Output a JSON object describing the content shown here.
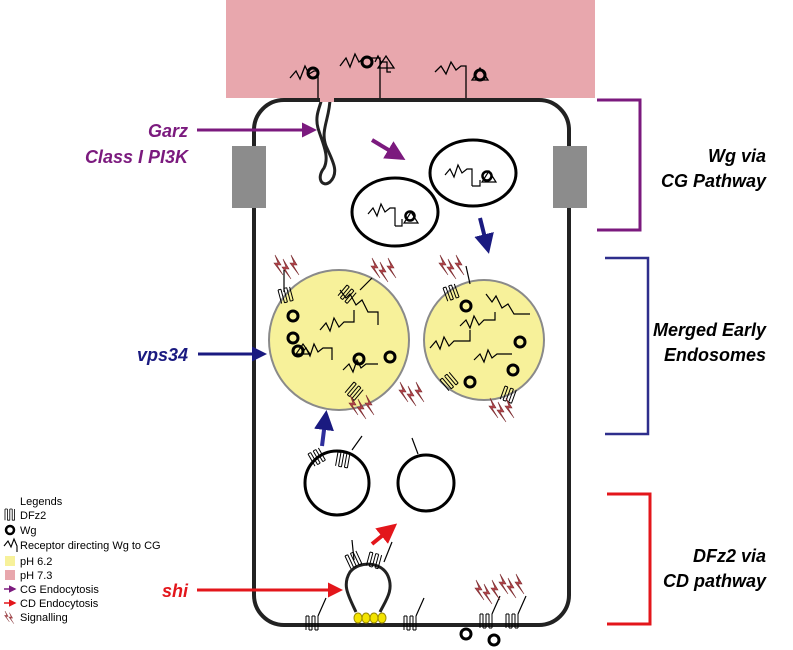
{
  "labels": {
    "garz": "Garz",
    "class_pi3k": "Class I PI3K",
    "vps34": "vps34",
    "shi": "shi",
    "wg_pathway_line1": "Wg via",
    "wg_pathway_line2": "CG Pathway",
    "merged_line1": "Merged Early",
    "merged_line2": "Endosomes",
    "dfz2_line1": "DFz2 via",
    "dfz2_line2": "CD pathway"
  },
  "legend": {
    "title": "Legends",
    "items": [
      {
        "icon": "dfz2-receptor-icon",
        "label": "DFz2"
      },
      {
        "icon": "wg-ring-icon",
        "label": "Wg"
      },
      {
        "icon": "cg-receptor-icon",
        "label": "Receptor directing Wg to CG"
      },
      {
        "icon": "yellow-swatch-icon",
        "label": "pH 6.2"
      },
      {
        "icon": "pink-swatch-icon",
        "label": "pH 7.3"
      },
      {
        "icon": "purple-arrow-icon",
        "label": "CG Endocytosis"
      },
      {
        "icon": "red-arrow-icon",
        "label": "CD Endocytosis"
      },
      {
        "icon": "lightning-icon",
        "label": "Signalling"
      }
    ]
  },
  "colors": {
    "purple": "#7b1a7e",
    "navy": "#1a1a80",
    "red": "#e3161b",
    "pink_ph73": "#e8a7ad",
    "yellow_ph62": "#f7f19a",
    "gray_junction": "#8c8c8c",
    "signal": "#b4454b",
    "bracket_purple": "#7b1a7e",
    "bracket_blue": "#2e2e8c",
    "bracket_red": "#e3161b"
  }
}
